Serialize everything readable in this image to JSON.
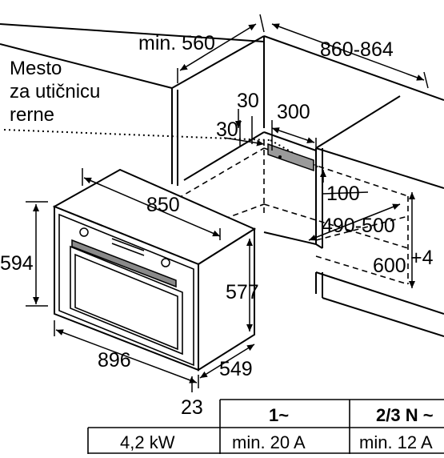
{
  "note": {
    "line1": "Mesto",
    "line2": "za utičnicu",
    "line3": "rerne"
  },
  "dimensions": {
    "cabinet_depth": "min. 560",
    "cabinet_width": "860-864",
    "socket_offset_top": "30",
    "socket_width": "300",
    "socket_offset_side": "30",
    "socket_gap": "100",
    "niche_width": "490-500",
    "niche_height": "600",
    "niche_height_tol": "+4",
    "oven_width_inner": "850",
    "oven_height": "594",
    "oven_inner_height": "577",
    "oven_width": "896",
    "oven_depth": "549",
    "front_thickness": "23"
  },
  "table": {
    "header": [
      "1~",
      "2/3 N ~"
    ],
    "row": [
      "4,2 kW",
      "min. 20 A",
      "min. 12 A"
    ]
  }
}
